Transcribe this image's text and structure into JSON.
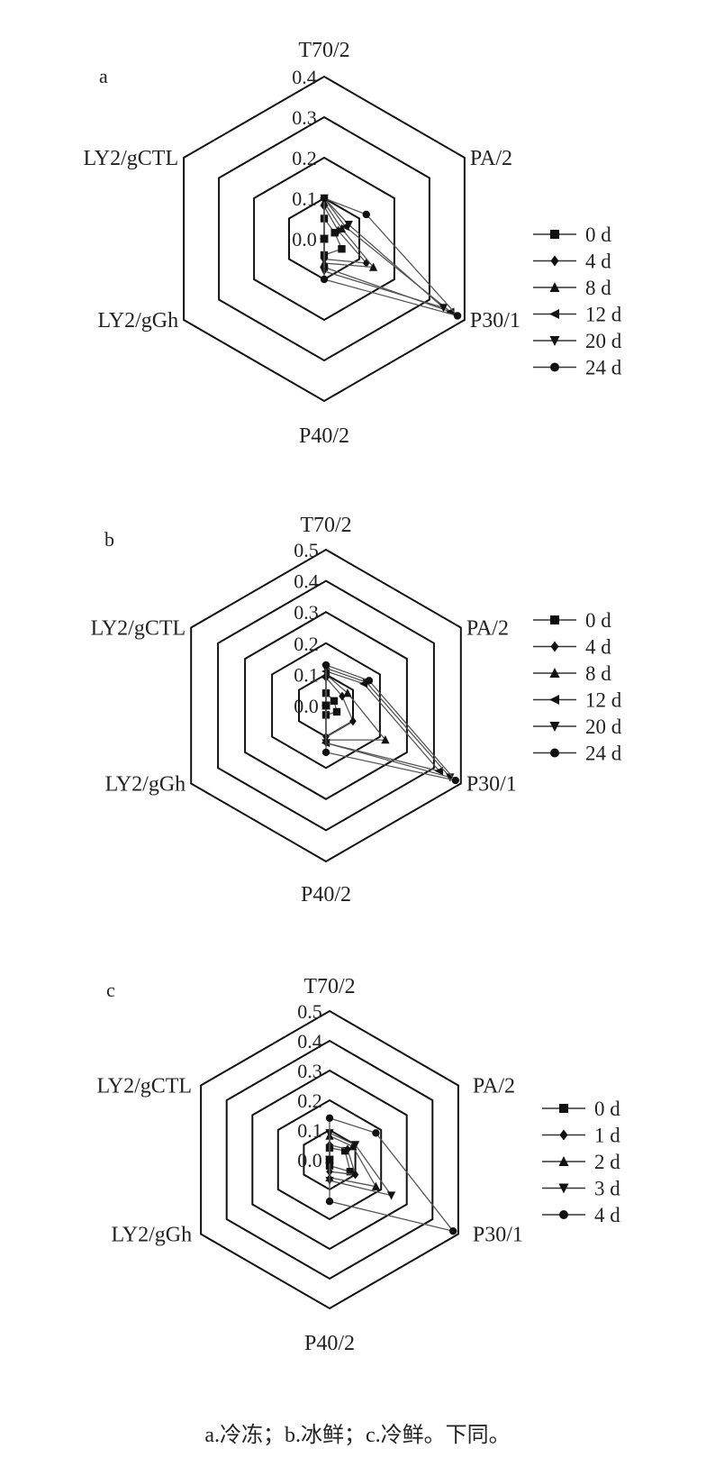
{
  "chart_data": [
    {
      "type": "radar",
      "panel": "a",
      "axes": [
        "T70/2",
        "PA/2",
        "P30/1",
        "P40/2",
        "LY2/gGh",
        "LY2/gCTL"
      ],
      "rmax": 0.4,
      "ticks": [
        "0.0",
        "0.1",
        "0.2",
        "0.3",
        "0.4"
      ],
      "tick_values": [
        0,
        0.1,
        0.2,
        0.3,
        0.4
      ],
      "series": [
        {
          "name": "0 d",
          "marker": "square",
          "values": [
            0.05,
            0.03,
            0.05,
            0.04,
            0.0,
            0.0
          ]
        },
        {
          "name": "4 d",
          "marker": "diamond",
          "values": [
            0.08,
            0.04,
            0.12,
            0.05,
            0.0,
            0.0
          ]
        },
        {
          "name": "8 d",
          "marker": "triangle-up",
          "values": [
            0.09,
            0.05,
            0.14,
            0.06,
            0.0,
            0.0
          ]
        },
        {
          "name": "12 d",
          "marker": "triangle-left",
          "values": [
            0.1,
            0.06,
            0.36,
            0.07,
            0.0,
            0.0
          ]
        },
        {
          "name": "20 d",
          "marker": "triangle-down",
          "values": [
            0.1,
            0.07,
            0.34,
            0.08,
            0.0,
            0.0
          ]
        },
        {
          "name": "24 d",
          "marker": "circle",
          "values": [
            0.1,
            0.12,
            0.38,
            0.1,
            0.0,
            0.0
          ]
        }
      ]
    },
    {
      "type": "radar",
      "panel": "b",
      "axes": [
        "T70/2",
        "PA/2",
        "P30/1",
        "P40/2",
        "LY2/gGh",
        "LY2/gCTL"
      ],
      "rmax": 0.5,
      "ticks": [
        "0.0",
        "0.1",
        "0.2",
        "0.3",
        "0.4",
        "0.5"
      ],
      "tick_values": [
        0,
        0.1,
        0.2,
        0.3,
        0.4,
        0.5
      ],
      "series": [
        {
          "name": "0 d",
          "marker": "square",
          "values": [
            0.04,
            0.03,
            0.04,
            0.03,
            0.0,
            0.0
          ]
        },
        {
          "name": "4 d",
          "marker": "diamond",
          "values": [
            0.09,
            0.06,
            0.1,
            0.1,
            0.0,
            0.0
          ]
        },
        {
          "name": "8 d",
          "marker": "triangle-up",
          "values": [
            0.1,
            0.08,
            0.22,
            0.11,
            0.0,
            0.0
          ]
        },
        {
          "name": "12 d",
          "marker": "triangle-left",
          "values": [
            0.11,
            0.14,
            0.42,
            0.12,
            0.0,
            0.0
          ]
        },
        {
          "name": "20 d",
          "marker": "triangle-down",
          "values": [
            0.12,
            0.15,
            0.46,
            0.12,
            0.0,
            0.0
          ]
        },
        {
          "name": "24 d",
          "marker": "circle",
          "values": [
            0.13,
            0.16,
            0.48,
            0.15,
            0.0,
            0.0
          ]
        }
      ]
    },
    {
      "type": "radar",
      "panel": "c",
      "axes": [
        "T70/2",
        "PA/2",
        "P30/1",
        "P40/2",
        "LY2/gGh",
        "LY2/gCTL"
      ],
      "rmax": 0.5,
      "ticks": [
        "0.0",
        "0.1",
        "0.2",
        "0.3",
        "0.4",
        "0.5"
      ],
      "tick_values": [
        0,
        0.1,
        0.2,
        0.3,
        0.4,
        0.5
      ],
      "series": [
        {
          "name": "0 d",
          "marker": "square",
          "values": [
            0.04,
            0.06,
            0.08,
            0.02,
            0.0,
            0.0
          ]
        },
        {
          "name": "1 d",
          "marker": "diamond",
          "values": [
            0.05,
            0.07,
            0.1,
            0.04,
            0.0,
            0.0
          ]
        },
        {
          "name": "2 d",
          "marker": "triangle-up",
          "values": [
            0.08,
            0.09,
            0.18,
            0.06,
            0.0,
            0.0
          ]
        },
        {
          "name": "3 d",
          "marker": "triangle-down",
          "values": [
            0.09,
            0.1,
            0.24,
            0.07,
            0.0,
            0.0
          ]
        },
        {
          "name": "4 d",
          "marker": "circle",
          "values": [
            0.14,
            0.18,
            0.48,
            0.14,
            0.0,
            0.0
          ]
        }
      ]
    }
  ],
  "caption": "a.冷冻；b.冰鲜；c.冷鲜。下同。"
}
